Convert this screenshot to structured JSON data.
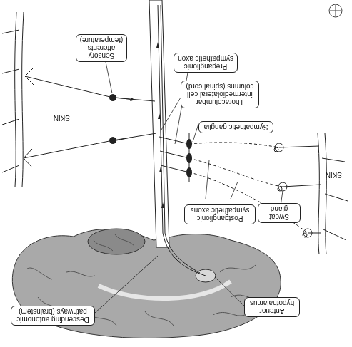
{
  "diagram": {
    "nodes": [
      {
        "text": [
          "Anterior hypothalamus"
        ]
      },
      {
        "text": [
          "Descending autonomic pathways (brainstem)"
        ]
      },
      {
        "text": [
          "Sweat gland"
        ]
      },
      {
        "text": [
          "Postganglionic sympathetic axons"
        ]
      },
      {
        "text": [
          "Sympathetic ganglia"
        ]
      },
      {
        "text": [
          "Thoracolumbar intermediolateral cell columns (spinal cord)"
        ]
      },
      {
        "text": [
          "Preganglionic sympathetic axon"
        ]
      },
      {
        "text": [
          "Sensory afferents (temperature)"
        ]
      }
    ],
    "labels": [
      "SKIN",
      "SKIN"
    ]
  }
}
